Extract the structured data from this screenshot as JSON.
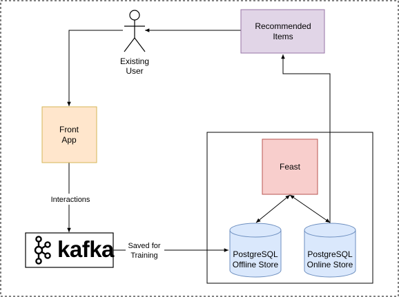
{
  "nodes": {
    "existing_user": {
      "line1": "Existing",
      "line2": "User"
    },
    "recommended_items": {
      "line1": "Recommended",
      "line2": "Items",
      "fill": "#e1d5e7",
      "stroke": "#9673a6"
    },
    "front_app": {
      "line1": "Front",
      "line2": "App",
      "fill": "#ffe6cc",
      "stroke": "#d6b656"
    },
    "feast": {
      "label": "Feast",
      "fill": "#f8cecc",
      "stroke": "#b85450"
    },
    "offline_store": {
      "line1": "PostgreSQL",
      "line2": "Offline Store",
      "fill": "#dae8fc",
      "stroke": "#6c8ebf"
    },
    "online_store": {
      "line1": "PostgreSQL",
      "line2": "Online Store",
      "fill": "#dae8fc",
      "stroke": "#6c8ebf"
    },
    "kafka": {
      "wordmark": "kafka",
      "icon": "kafka-logo-icon"
    }
  },
  "edges": {
    "interactions": "Interactions",
    "saved_line1": "Saved for",
    "saved_line2": "Training"
  }
}
